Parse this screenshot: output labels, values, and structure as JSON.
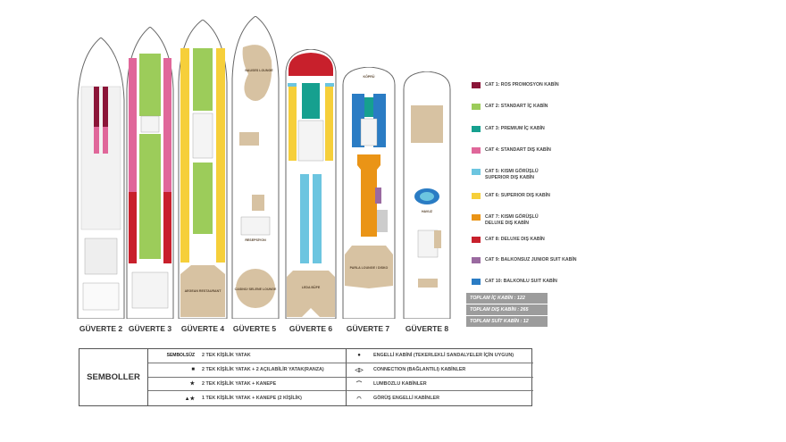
{
  "decks": [
    {
      "label": "GÜVERTE 2"
    },
    {
      "label": "GÜVERTE 3"
    },
    {
      "label": "GÜVERTE 4",
      "venues": [
        "AEGEAN RESTAURANT"
      ]
    },
    {
      "label": "GÜVERTE 5",
      "venues": [
        "NAUSES LOUNGE",
        "CASINO/ SELENE LOUNGE",
        "RESEPSİYON"
      ]
    },
    {
      "label": "GÜVERTE 6",
      "venues": [
        "LEDA BÜFE"
      ]
    },
    {
      "label": "GÜVERTE 7",
      "venues": [
        "KÖPRÜ",
        "PARLA LOUNGE / DISKO"
      ]
    },
    {
      "label": "GÜVERTE 8",
      "venues": [
        "HAVUZ"
      ]
    }
  ],
  "legend": [
    {
      "label": "CAT 1: ROS PROMOSYON KABİN",
      "color": "#8b1538"
    },
    {
      "label": "CAT 2: STANDART İÇ KABİN",
      "color": "#9ccc5a"
    },
    {
      "label": "CAT 3: PREMIUM İÇ KABİN",
      "color": "#16a08f"
    },
    {
      "label": "CAT 4: STANDART DIŞ KABİN",
      "color": "#e0679a"
    },
    {
      "label": "CAT 5: KISMI GÖRÜŞLÜ SUPERIOR DIŞ KABİN",
      "color": "#6cc5e0"
    },
    {
      "label": "CAT 6: SUPERIOR DIŞ KABİN",
      "color": "#f6cf3a"
    },
    {
      "label": "CAT 7: KISMI GÖRÜŞLÜ DELUXE DIŞ KABİN",
      "color": "#ea9416"
    },
    {
      "label": "CAT 8: DELUXE DIŞ KABİN",
      "color": "#c8202c"
    },
    {
      "label": "CAT 9: BALKONSUZ JUNIOR SUIT KABİN",
      "color": "#9a6aa0"
    },
    {
      "label": "CAT 10: BALKONLU SUIT KABİN",
      "color": "#2a7cc4"
    }
  ],
  "totals": [
    "TOPLAM İÇ KABİN : 122",
    "TOPLAM DIŞ KABİN : 265",
    "TOPLAM SUİT KABİN : 12"
  ],
  "symbols": {
    "title": "SEMBOLLER",
    "left": [
      {
        "symbol": "SEMBOLSÜZ",
        "text": "2 TEK KİŞİLİK YATAK"
      },
      {
        "symbol": "■",
        "text": "2 TEK KİŞİLİK YATAK + 2 AÇILABİLİR YATAK(RANZA)"
      },
      {
        "symbol": "★",
        "text": "2 TEK KİŞİLİK YATAK + KANEPE"
      },
      {
        "symbol": "▲★",
        "text": "1 TEK KİŞİLİK YATAK + KANEPE (2 KİŞİLİK)"
      }
    ],
    "right": [
      {
        "symbol": "●",
        "text": "ENGELLİ KABİNİ (TEKERLEKLİ SANDALYELER İÇİN UYGUN)"
      },
      {
        "symbol": "◁▷",
        "text": "CONNECTION (BAĞLANTILI) KABİNLER"
      },
      {
        "symbol": "⌒",
        "text": "LUMBOZLU KABİNLER"
      },
      {
        "symbol": "◠",
        "text": "GÖRÜŞ ENGELLİ KABİNLER"
      }
    ]
  },
  "colors": {
    "venue": "#d7c2a2",
    "hull": "#666666",
    "service": "#cfcfcf"
  }
}
